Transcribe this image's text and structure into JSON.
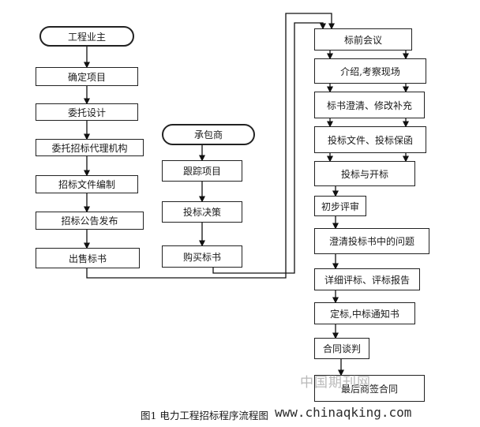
{
  "owner_column": {
    "start": "工程业主",
    "steps": [
      "确定项目",
      "委托设计",
      "委托招标代理机构",
      "招标文件编制",
      "招标公告发布",
      "出售标书"
    ]
  },
  "contractor_column": {
    "start": "承包商",
    "steps": [
      "跟踪项目",
      "投标决策",
      "购买标书"
    ]
  },
  "process_column": {
    "steps": [
      "标前会议",
      "介绍,考察现场",
      "标书澄清、修改补充",
      "投标文件、投标保函",
      "投标与开标",
      "初步评审",
      "澄清投标书中的问题",
      "详细评标、评标报告",
      "定标,中标通知书",
      "合同谈判",
      "最后商签合同"
    ]
  },
  "caption": "图1  电力工程招标程序流程图",
  "watermark": {
    "text": "中国期刊网",
    "url": "www.chinaqking.com"
  }
}
